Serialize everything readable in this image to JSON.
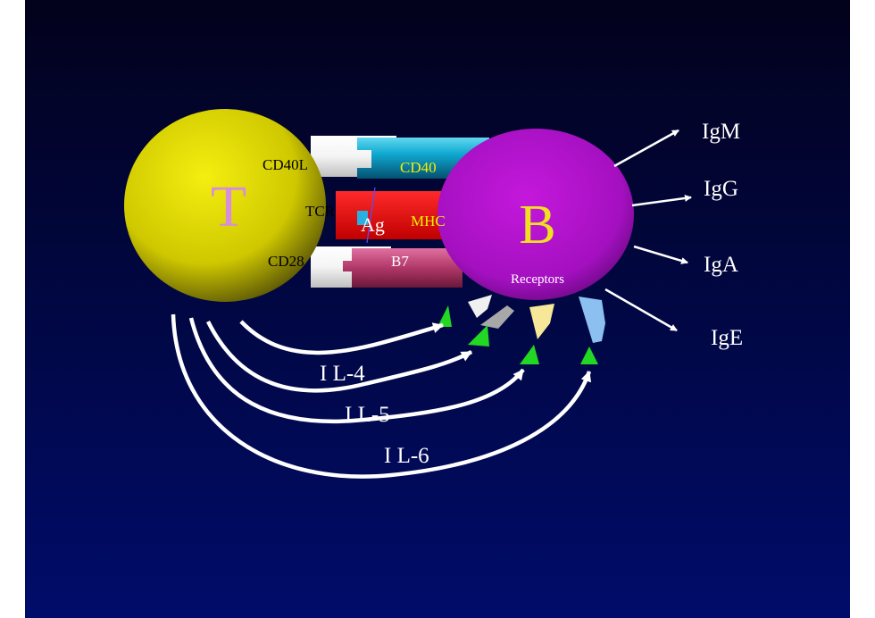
{
  "colors": {
    "background_top": "#02021f",
    "background_bottom": "#000a66",
    "t_cell": "#d6d000",
    "b_cell": "#b010c8",
    "cd40": "#10a8d0",
    "mhc": "#e81010",
    "b7": "#b03868",
    "arrow": "#ffffff",
    "receptor_triangle": "#22d822"
  },
  "t_cell": {
    "label": "T"
  },
  "b_cell": {
    "label": "B",
    "receptors_label": "Receptors"
  },
  "receptor_pairs": {
    "cd40l": "CD40L",
    "cd40": "CD40",
    "tcr": "TCR",
    "ag": "Ag",
    "mhc": "MHC",
    "cd28": "CD28",
    "b7": "B7"
  },
  "antibodies": [
    "IgM",
    "IgG",
    "IgA",
    "IgE"
  ],
  "interleukins": [
    "I L-4",
    "I L-5",
    "I L-6"
  ]
}
